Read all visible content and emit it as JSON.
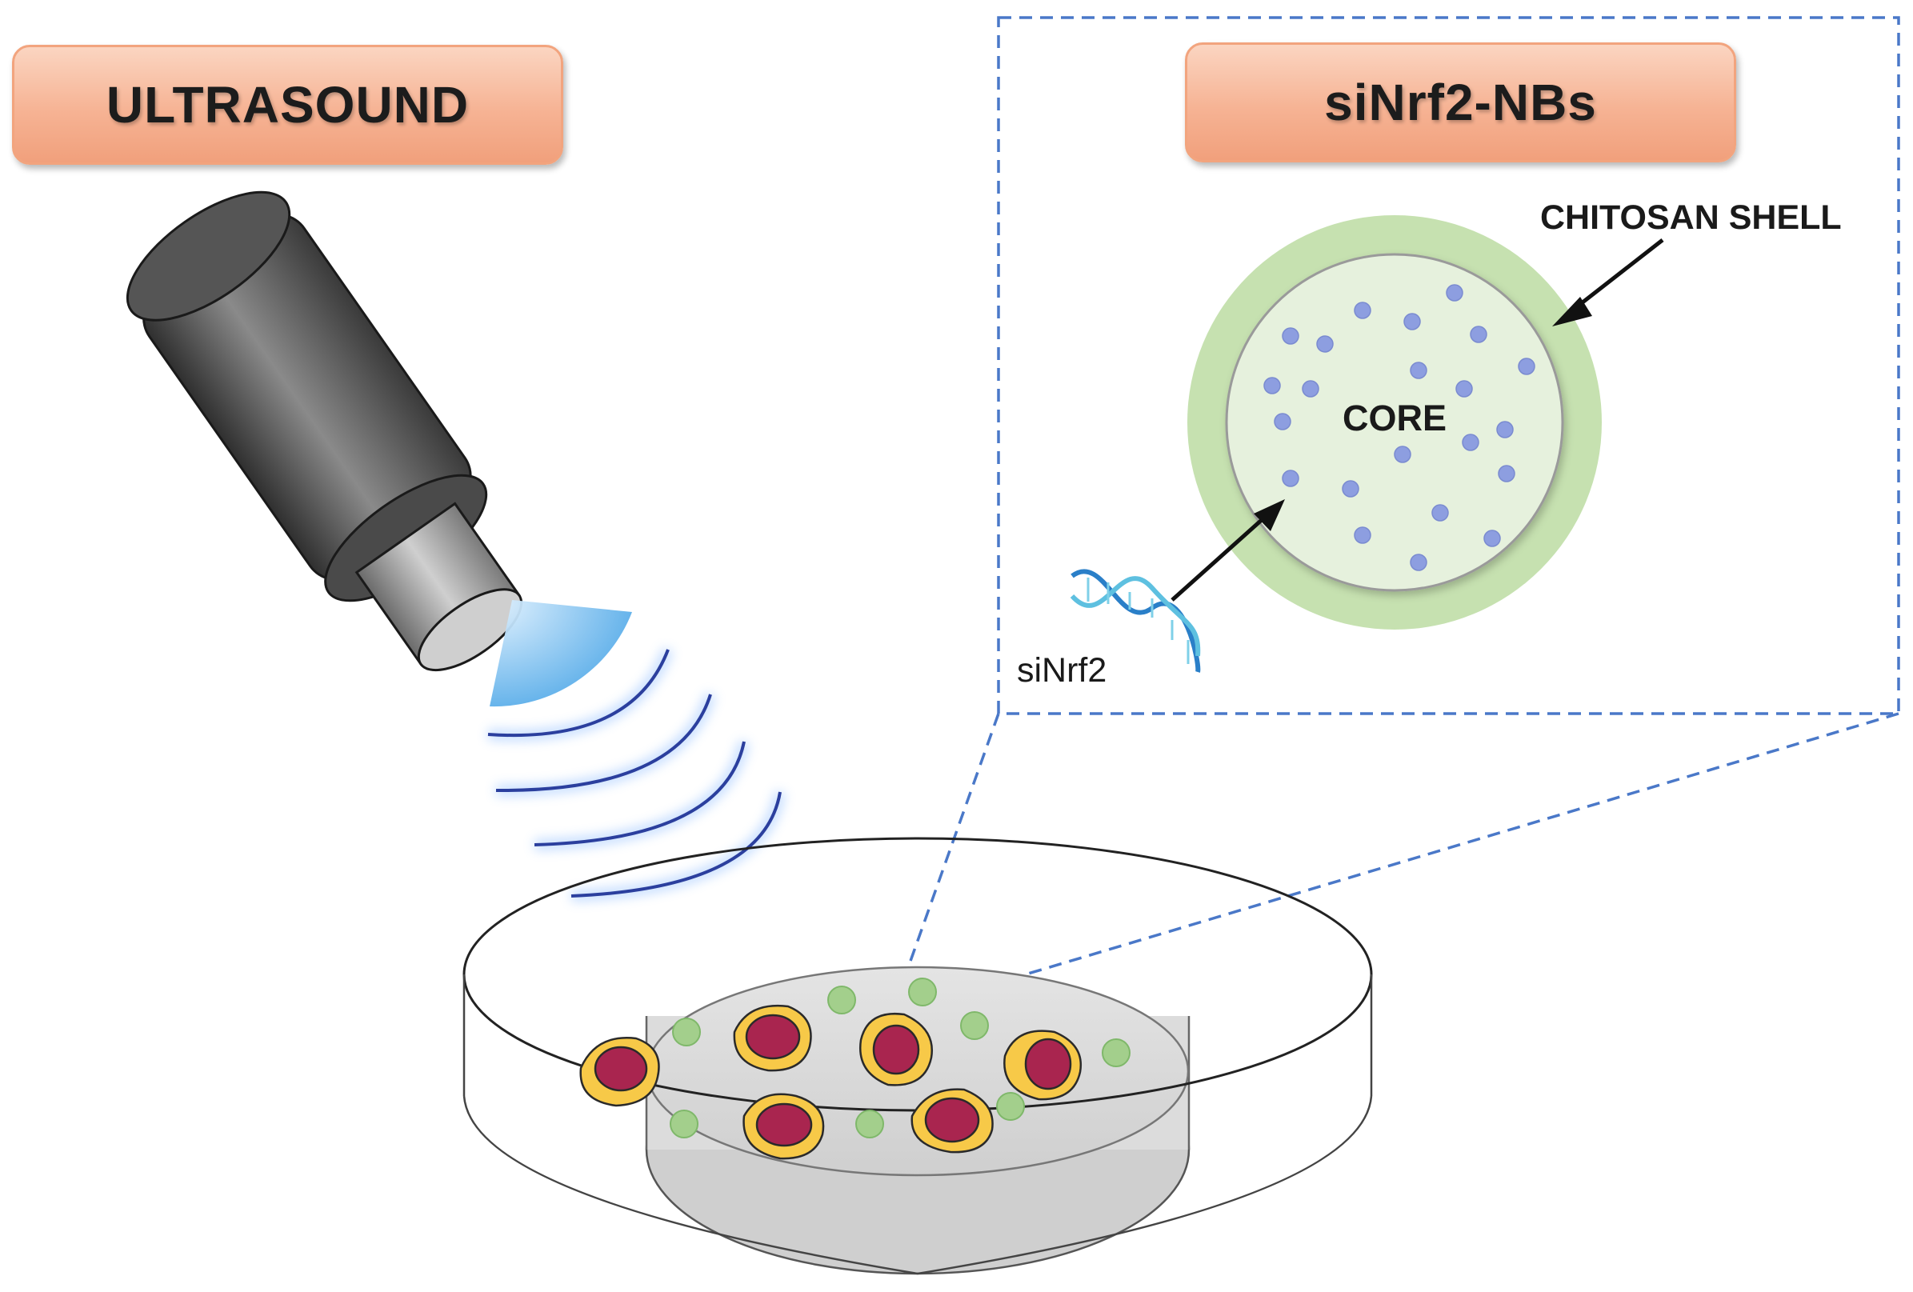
{
  "diagram": {
    "ultrasound_label": "ULTRASOUND",
    "nanobubble_label": "siNrf2-NBs",
    "shell_label": "CHITOSAN SHELL",
    "core_label": "CORE",
    "sirna_label": "siNrf2"
  },
  "colors": {
    "label_box_fill": "#f6b394",
    "shell": "#c6e1b0",
    "core": "#e6f1dd",
    "sirna_dots": "#8d9ee0",
    "cell_cytoplasm": "#f7c948",
    "cell_nucleus": "#a9254f",
    "nanobubble_dots": "#a3cf8c",
    "dish_medium": "#d9d9d9",
    "zoom_lines": "#4a78c8",
    "ultrasound_beam": "#7cc0ee",
    "wave_lines": "#2b3f9e"
  }
}
